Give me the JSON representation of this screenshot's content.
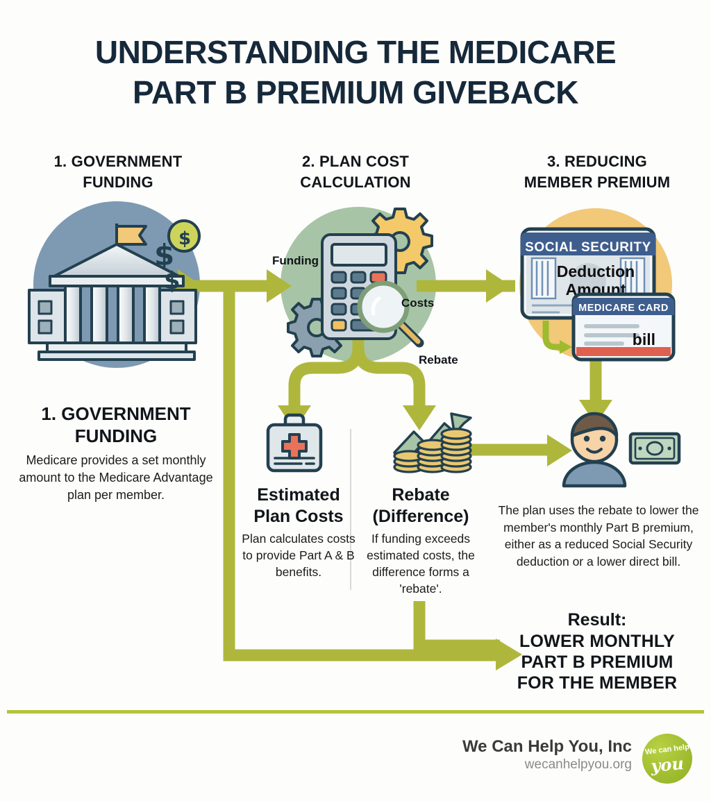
{
  "title": {
    "line1": "UNDERSTANDING THE MEDICARE",
    "line2": "PART B PREMIUM GIVEBACK"
  },
  "steps": [
    {
      "header_line1": "1. GOVERNMENT",
      "header_line2": "FUNDING",
      "icon": "government-building-icon",
      "circle_color": "#7e99b2"
    },
    {
      "header_line1": "2. PLAN COST",
      "header_line2": "CALCULATION",
      "icon": "calculator-gears-magnifier-icon",
      "circle_color": "#a8c4a6"
    },
    {
      "header_line1": "3. REDUCING",
      "header_line2": "MEMBER PREMIUM",
      "icon": "social-security-medicare-cards-icon",
      "circle_color": "#f2c879"
    }
  ],
  "connector_labels": {
    "funding": "Funding",
    "costs": "Costs",
    "rebate": "Rebate"
  },
  "blocks": {
    "government_funding": {
      "heading_line1": "1. GOVERNMENT",
      "heading_line2": "FUNDING",
      "body": "Medicare provides a set monthly amount to the Medicare Advantage plan per member."
    },
    "estimated_plan_costs": {
      "heading_line1": "Estimated",
      "heading_line2": "Plan Costs",
      "body": "Plan calculates costs to provide Part A & B benefits.",
      "icon": "medical-kit-icon"
    },
    "rebate_difference": {
      "heading_line1": "Rebate",
      "heading_line2": "(Difference)",
      "body": "If funding exceeds estimated costs, the difference forms a 'rebate'.",
      "icon": "coin-stacks-growth-arrow-icon"
    },
    "member_outcome": {
      "body": "The plan uses the rebate to lower the member's monthly Part B premium, either as a reduced Social Security deduction or a lower direct bill.",
      "icon": "member-person-cash-icon"
    },
    "result": {
      "label": "Result:",
      "line1": "LOWER MONTHLY",
      "line2": "PART B PREMIUM",
      "line3": "FOR THE MEMBER"
    }
  },
  "card_art": {
    "social_security_title": "SOCIAL SECURITY",
    "deduction_line1": "Deduction",
    "deduction_line2": "Amount",
    "medicare_card_title": "MEDICARE CARD",
    "bill_label": "bill"
  },
  "footer": {
    "company": "We Can Help You, Inc",
    "url": "wecanhelpyou.org",
    "logo_line1": "We can help",
    "logo_line2": "you"
  },
  "colors": {
    "title": "#16293a",
    "arrow": "#aeb73c",
    "divider": "#b4c43c",
    "brand_green": "#9ebb2e",
    "blue_circle": "#7e99b2",
    "green_circle": "#a8c4a6",
    "orange_circle": "#f2c879"
  }
}
